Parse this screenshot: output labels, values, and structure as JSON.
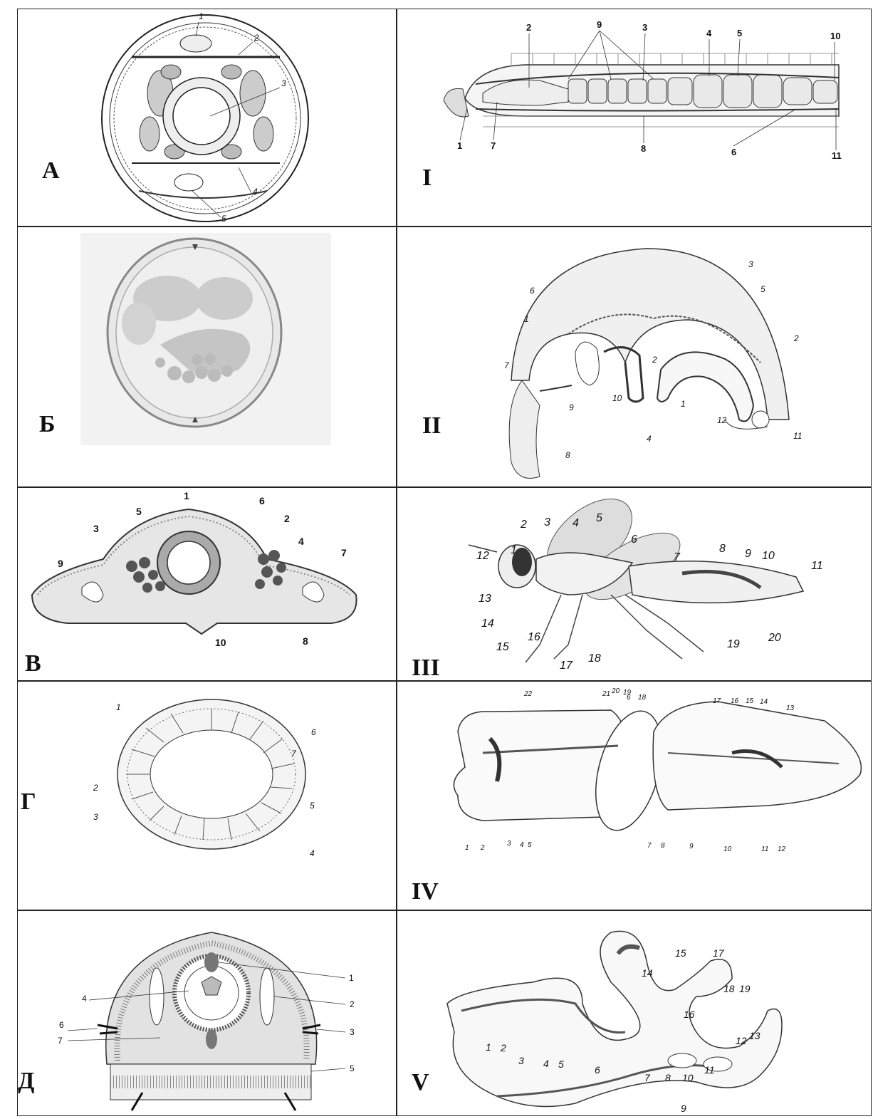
{
  "panels": {
    "A": {
      "label": "А",
      "callouts": [
        "1",
        "2",
        "3",
        "4",
        "5"
      ]
    },
    "B": {
      "label": "Б"
    },
    "V": {
      "label": "В",
      "callouts": [
        "1",
        "2",
        "3",
        "4",
        "5",
        "6",
        "7",
        "8",
        "9",
        "10"
      ]
    },
    "G": {
      "label": "Г",
      "callouts": [
        "1",
        "2",
        "3",
        "4",
        "5",
        "6",
        "7"
      ]
    },
    "D": {
      "label": "Д",
      "callouts": [
        "1",
        "2",
        "3",
        "4",
        "5",
        "6",
        "7"
      ]
    },
    "I": {
      "label": "I",
      "callouts": [
        "1",
        "2",
        "3",
        "4",
        "5",
        "6",
        "7",
        "8",
        "9",
        "10",
        "11"
      ]
    },
    "II": {
      "label": "II",
      "callouts": [
        "1",
        "2",
        "3",
        "4",
        "5",
        "6",
        "7",
        "8",
        "9",
        "10",
        "11",
        "12",
        "1",
        "2"
      ]
    },
    "III": {
      "label": "III",
      "callouts": [
        "1",
        "2",
        "3",
        "4",
        "5",
        "6",
        "7",
        "8",
        "9",
        "10",
        "11",
        "12",
        "13",
        "14",
        "15",
        "16",
        "17",
        "18",
        "19",
        "20"
      ]
    },
    "IV": {
      "label": "IV",
      "callouts": [
        "1",
        "2",
        "3",
        "4",
        "5",
        "6",
        "7",
        "8",
        "9",
        "10",
        "11",
        "12",
        "13",
        "14",
        "15",
        "16",
        "17",
        "18",
        "19",
        "20",
        "21",
        "22"
      ]
    },
    "V5": {
      "label": "V",
      "callouts": [
        "1",
        "2",
        "3",
        "4",
        "5",
        "6",
        "7",
        "8",
        "9",
        "10",
        "11",
        "12",
        "13",
        "14",
        "15",
        "16",
        "17",
        "18",
        "19"
      ]
    }
  }
}
